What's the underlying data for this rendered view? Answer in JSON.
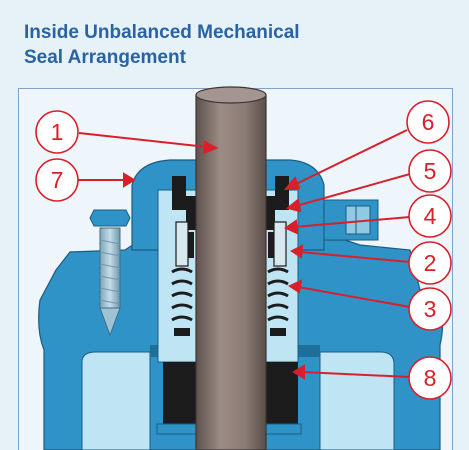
{
  "title": {
    "line1": "Inside Unbalanced Mechanical",
    "line2": "Seal Arrangement"
  },
  "callouts": [
    "1",
    "2",
    "3",
    "4",
    "5",
    "6",
    "7",
    "8"
  ],
  "colors": {
    "title": "#2a63a3",
    "housing": "#2f93c7",
    "shaft": "#8a7a74",
    "seal_face": "#1c1c1c",
    "callout": "#d8202a"
  }
}
